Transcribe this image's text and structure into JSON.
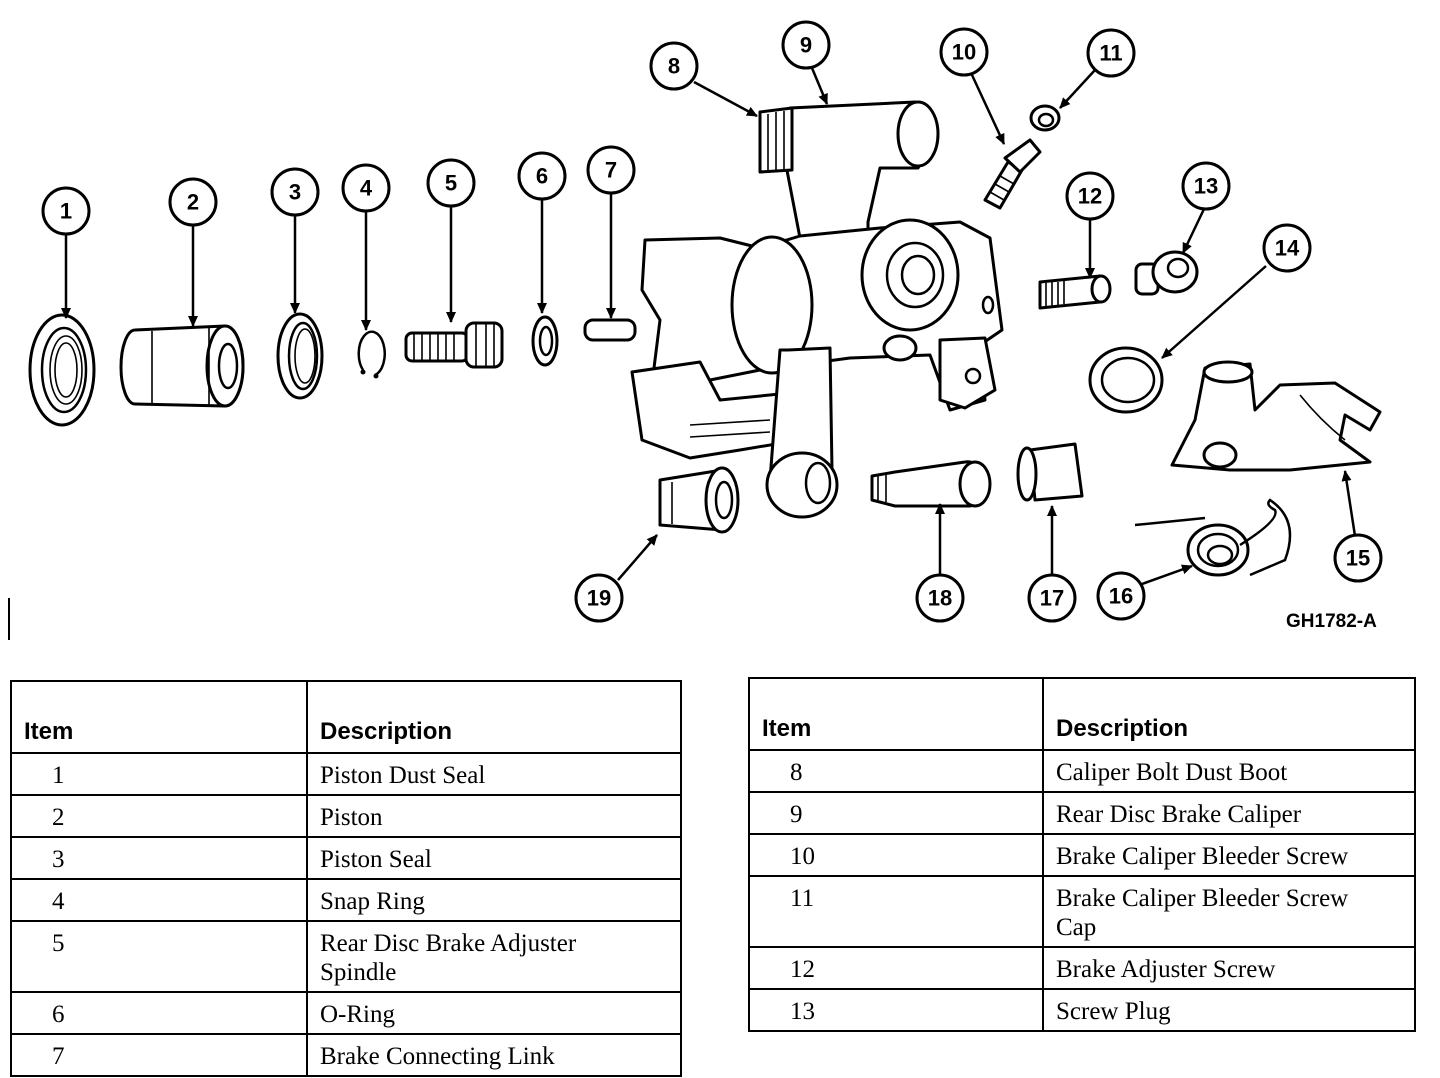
{
  "figure": {
    "code": "GH1782-A",
    "callouts": [
      "1",
      "2",
      "3",
      "4",
      "5",
      "6",
      "7",
      "8",
      "9",
      "10",
      "11",
      "12",
      "13",
      "14",
      "15",
      "16",
      "17",
      "18",
      "19"
    ]
  },
  "legend_left": {
    "headers": [
      "Item",
      "Description"
    ],
    "rows": [
      {
        "item": "1",
        "description": "Piston Dust Seal"
      },
      {
        "item": "2",
        "description": "Piston"
      },
      {
        "item": "3",
        "description": "Piston Seal"
      },
      {
        "item": "4",
        "description": "Snap Ring"
      },
      {
        "item": "5",
        "description": "Rear Disc Brake Adjuster Spindle"
      },
      {
        "item": "6",
        "description": "O-Ring"
      },
      {
        "item": "7",
        "description": "Brake Connecting Link"
      }
    ]
  },
  "legend_right": {
    "headers": [
      "Item",
      "Description"
    ],
    "rows": [
      {
        "item": "8",
        "description": "Caliper Bolt Dust Boot"
      },
      {
        "item": "9",
        "description": "Rear Disc Brake Caliper"
      },
      {
        "item": "10",
        "description": "Brake Caliper Bleeder Screw"
      },
      {
        "item": "11",
        "description": "Brake Caliper Bleeder Screw Cap"
      },
      {
        "item": "12",
        "description": "Brake Adjuster Screw"
      },
      {
        "item": "13",
        "description": "Screw Plug"
      }
    ]
  }
}
